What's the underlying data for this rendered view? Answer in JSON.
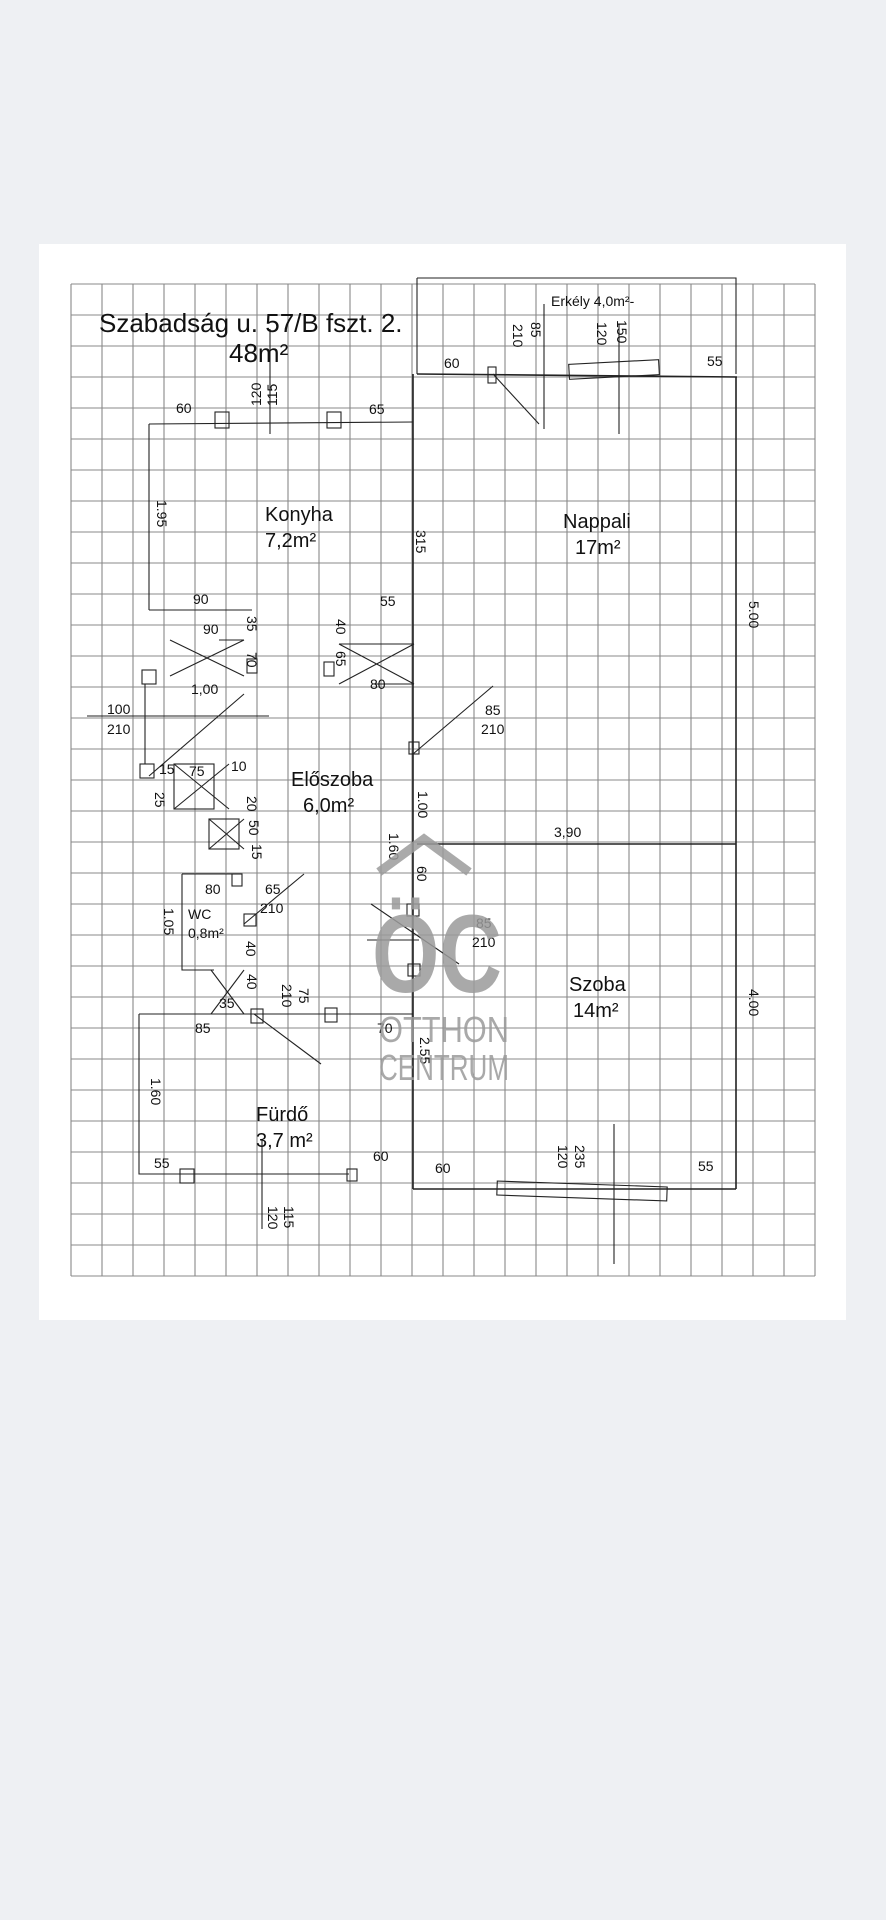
{
  "plan": {
    "title_line1": "Szabadság u. 57/B fszt. 2.",
    "title_line2": "48m²",
    "watermark": {
      "logo": "ÖC",
      "line1": "OTTHON",
      "line2": "CENTRUM"
    },
    "rooms": [
      {
        "id": "konyha",
        "name": "Konyha",
        "area": "7,2m²"
      },
      {
        "id": "nappali",
        "name": "Nappali",
        "area": "17m²"
      },
      {
        "id": "eloszoba",
        "name": "Előszoba",
        "area": "6,0m²"
      },
      {
        "id": "wc",
        "name": "WC",
        "area": "0,8m²"
      },
      {
        "id": "szoba",
        "name": "Szoba",
        "area": "14m²"
      },
      {
        "id": "furdo",
        "name": "Fürdő",
        "area": "3,7 m²"
      }
    ],
    "balcony": "Erkély 4,0m²-",
    "dimensions": [
      "60",
      "120",
      "115",
      "65",
      "1.95",
      "90",
      "90",
      "35",
      "70",
      "1,00",
      "100",
      "210",
      "15",
      "75",
      "10",
      "25",
      "20",
      "50",
      "15",
      "80",
      "65",
      "210",
      "1.05",
      "40",
      "40",
      "35",
      "85",
      "75",
      "210",
      "70",
      "1.60",
      "55",
      "60",
      "120",
      "115",
      "315",
      "55",
      "40",
      "65",
      "80",
      "85",
      "210",
      "1.00",
      "1.60",
      "60",
      "85",
      "210",
      "2.55",
      "60",
      "120",
      "235",
      "55",
      "3,90",
      "5.00",
      "4.00",
      "60",
      "210",
      "85",
      "120",
      "150",
      "55"
    ]
  }
}
